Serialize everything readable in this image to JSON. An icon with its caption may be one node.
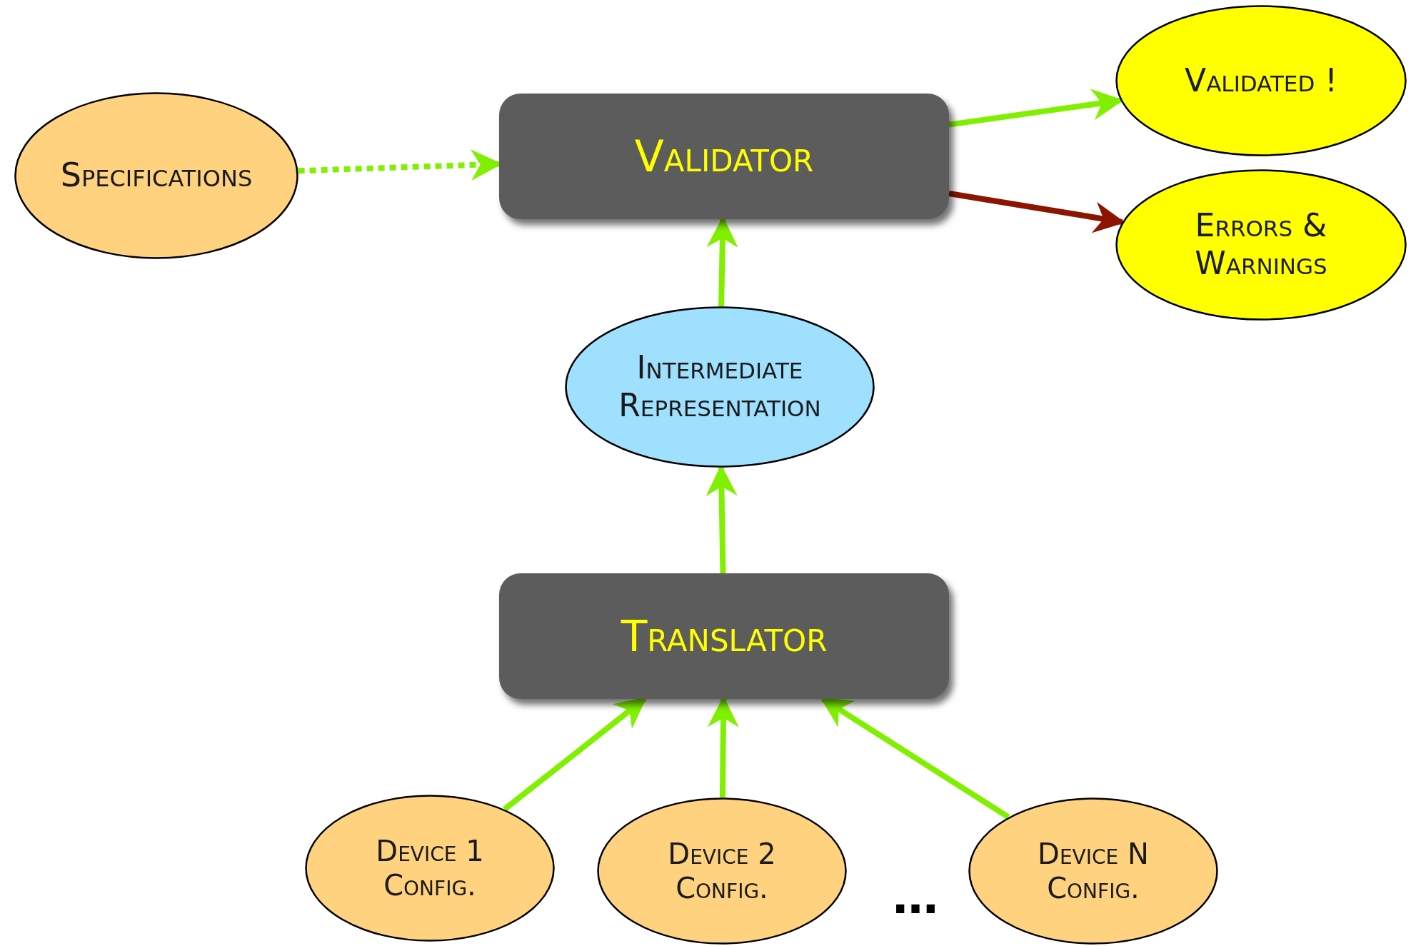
{
  "diagram": {
    "nodes": [
      {
        "text": [
          "Specifications"
        ]
      },
      {
        "text": [
          "Validator"
        ]
      },
      {
        "text": [
          "Validated !"
        ]
      },
      {
        "text": [
          "Errors & Warnings"
        ]
      },
      {
        "text": [
          "Intermediate Representation"
        ]
      },
      {
        "text": [
          "Translator"
        ]
      },
      {
        "text": [
          "Device 1 Config."
        ]
      },
      {
        "text": [
          "Device 2 Config."
        ]
      },
      {
        "text": [
          "Device N Config."
        ]
      }
    ],
    "edges": [
      {
        "from": 0,
        "to": 1,
        "arrow": "to",
        "style": "dashed"
      },
      {
        "from": 1,
        "to": 2,
        "arrow": "to"
      },
      {
        "from": 1,
        "to": 3,
        "arrow": "to",
        "color": "#8b1500"
      },
      {
        "from": 4,
        "to": 1,
        "arrow": "to"
      },
      {
        "from": 5,
        "to": 4,
        "arrow": "to"
      },
      {
        "from": 6,
        "to": 5,
        "arrow": "to"
      },
      {
        "from": 7,
        "to": 5,
        "arrow": "to"
      },
      {
        "from": 8,
        "to": 5,
        "arrow": "to"
      }
    ],
    "labels": [
      "…"
    ]
  }
}
